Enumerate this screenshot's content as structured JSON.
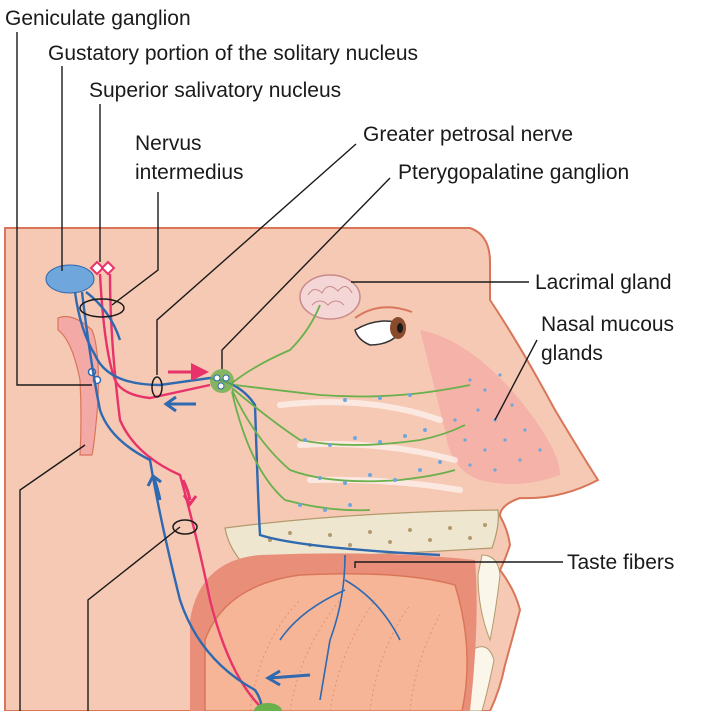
{
  "labels": {
    "geniculate_ganglion": "Geniculate ganglion",
    "gustatory_portion": "Gustatory portion of the solitary nucleus",
    "superior_salivatory": "Superior salivatory nucleus",
    "nervus_intermedius_1": "Nervus",
    "nervus_intermedius_2": "intermedius",
    "greater_petrosal": "Greater petrosal nerve",
    "pterygopalatine": "Pterygopalatine ganglion",
    "lacrimal_gland": "Lacrimal gland",
    "nasal_mucous_1": "Nasal mucous",
    "nasal_mucous_2": "glands",
    "taste_fibers": "Taste fibers"
  },
  "colors": {
    "skin": "#f6c9b4",
    "skin_outline": "#d9765a",
    "nasal_pink": "#f3a9a6",
    "secretory_fiber": "#e8336a",
    "taste_fiber": "#2f69b0",
    "ganglion_green": "#6ab04c",
    "nucleus_blue": "#6fa6dc",
    "bone": "#efe6cf",
    "bone_dot": "#b29a6e",
    "tongue": "#f2a27f",
    "leader_line": "#1a1a1a"
  }
}
